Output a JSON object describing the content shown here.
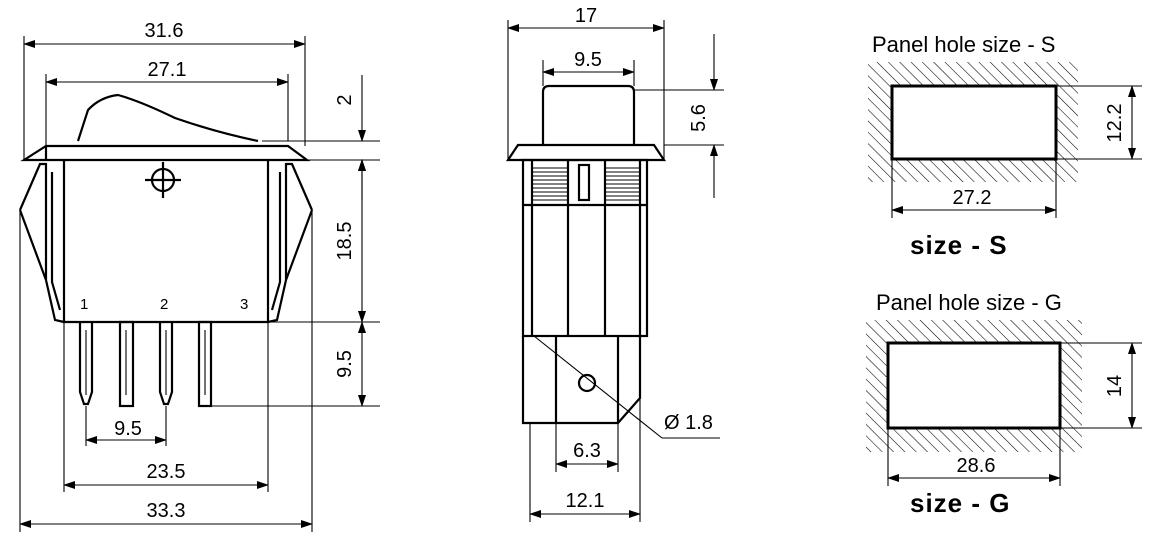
{
  "front_view": {
    "dims": {
      "overall_top": "31.6",
      "rocker_width": "27.1",
      "flange": "2",
      "body_height": "18.5",
      "terminal_length": "9.5",
      "terminal_pitch": "9.5",
      "body_width": "23.5",
      "overall_bottom": "33.3"
    },
    "pins": [
      "1",
      "2",
      "3"
    ]
  },
  "side_view": {
    "dims": {
      "width": "17",
      "rocker_width": "9.5",
      "rocker_height": "5.6",
      "tab_width": "6.3",
      "base_width": "12.1",
      "hole_diameter": "Ø 1.8"
    }
  },
  "panel_s": {
    "title": "Panel hole size  -  S",
    "height": "12.2",
    "width": "27.2",
    "label": "size -  S"
  },
  "panel_g": {
    "title": "Panel hole size  -  G",
    "height": "14",
    "width": "28.6",
    "label": "size -  G"
  }
}
